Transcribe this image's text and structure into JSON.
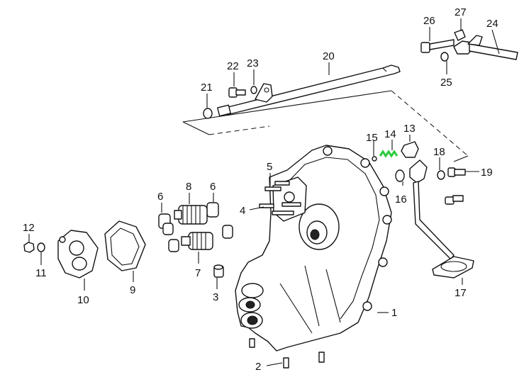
{
  "diagram": {
    "title": "Exploded parts diagram — housing, oil pump gears and linkage",
    "accent_color": "#2ecc40",
    "labels": [
      {
        "id": "1",
        "text": "1"
      },
      {
        "id": "2",
        "text": "2"
      },
      {
        "id": "3",
        "text": "3"
      },
      {
        "id": "4",
        "text": "4"
      },
      {
        "id": "5",
        "text": "5"
      },
      {
        "id": "6a",
        "text": "6"
      },
      {
        "id": "6b",
        "text": "6"
      },
      {
        "id": "7",
        "text": "7"
      },
      {
        "id": "8",
        "text": "8"
      },
      {
        "id": "9",
        "text": "9"
      },
      {
        "id": "10",
        "text": "10"
      },
      {
        "id": "11",
        "text": "11"
      },
      {
        "id": "12",
        "text": "12"
      },
      {
        "id": "13",
        "text": "13"
      },
      {
        "id": "14",
        "text": "14"
      },
      {
        "id": "15",
        "text": "15"
      },
      {
        "id": "16",
        "text": "16"
      },
      {
        "id": "17",
        "text": "17"
      },
      {
        "id": "18",
        "text": "18"
      },
      {
        "id": "19",
        "text": "19"
      },
      {
        "id": "20",
        "text": "20"
      },
      {
        "id": "21",
        "text": "21"
      },
      {
        "id": "22",
        "text": "22"
      },
      {
        "id": "23",
        "text": "23"
      },
      {
        "id": "24",
        "text": "24"
      },
      {
        "id": "25",
        "text": "25"
      },
      {
        "id": "26",
        "text": "26"
      },
      {
        "id": "27",
        "text": "27"
      }
    ]
  }
}
